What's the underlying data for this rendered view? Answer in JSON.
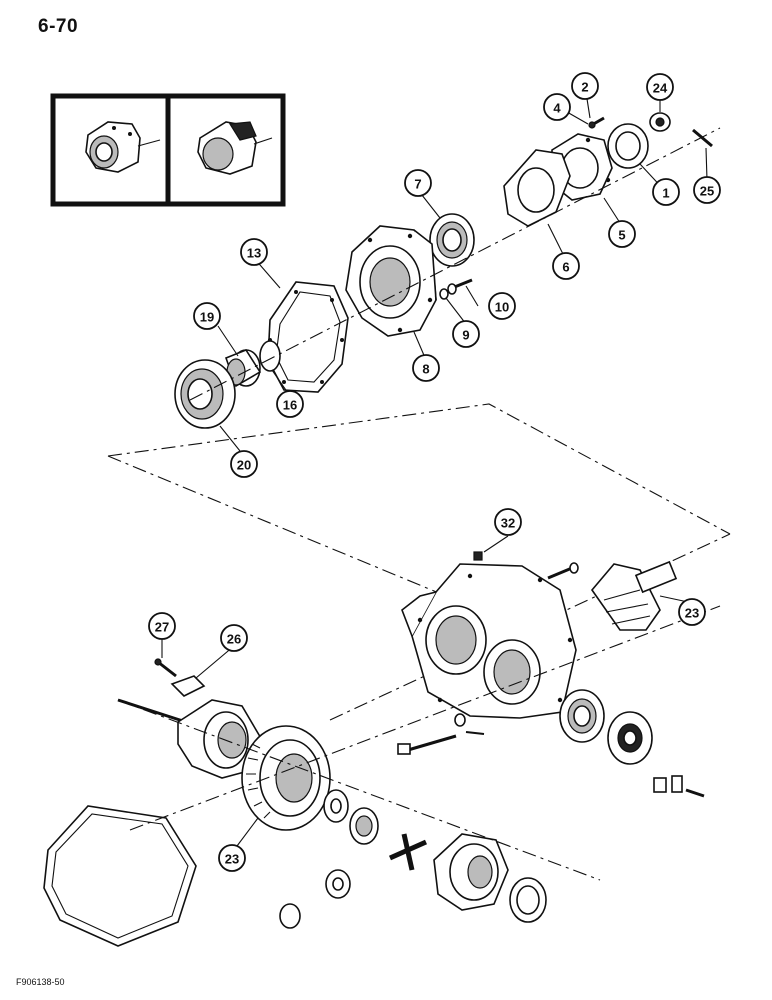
{
  "page": {
    "number": "6-70",
    "figure_code": "F906138-50"
  },
  "callouts": [
    {
      "id": "c1",
      "label": "1"
    },
    {
      "id": "c2",
      "label": "2"
    },
    {
      "id": "c4",
      "label": "4"
    },
    {
      "id": "c5",
      "label": "5"
    },
    {
      "id": "c6",
      "label": "6"
    },
    {
      "id": "c7",
      "label": "7"
    },
    {
      "id": "c8",
      "label": "8"
    },
    {
      "id": "c9",
      "label": "9"
    },
    {
      "id": "c10",
      "label": "10"
    },
    {
      "id": "c13",
      "label": "13"
    },
    {
      "id": "c16",
      "label": "16"
    },
    {
      "id": "c19",
      "label": "19"
    },
    {
      "id": "c20",
      "label": "20"
    },
    {
      "id": "c23a",
      "label": "23"
    },
    {
      "id": "c23b",
      "label": "23"
    },
    {
      "id": "c24",
      "label": "24"
    },
    {
      "id": "c25",
      "label": "25"
    },
    {
      "id": "c26",
      "label": "26"
    },
    {
      "id": "c27",
      "label": "27"
    },
    {
      "id": "c32",
      "label": "32"
    }
  ]
}
